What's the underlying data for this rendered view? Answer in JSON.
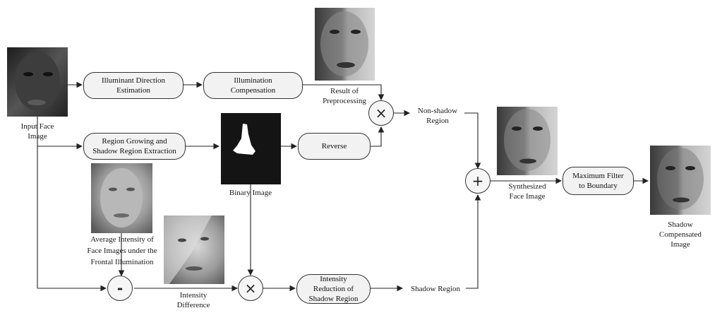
{
  "nodes": {
    "input_face": "Input Face\nImage",
    "illuminant_direction": "Illuminant Direction\nEstimation",
    "illumination_compensation": "Illumination\nCompensation",
    "result_preprocessing": "Result of\nPreprocessing",
    "non_shadow_region": "Non-shadow\nRegion",
    "region_growing": "Region Growing and\nShadow Region Extraction",
    "binary_image": "Binary Image",
    "reverse": "Reverse",
    "average_intensity": "Average Intensity of\nFace Images under the\nFrontal Illumination",
    "intensity_difference": "Intensity\nDifference",
    "intensity_reduction": "Intensity\nReduction of\nShadow Region",
    "shadow_region": "Shadow Region",
    "synthesized_face": "Synthesized\nFace Image",
    "maximum_filter": "Maximum Filter\nto Boundary",
    "shadow_compensated": "Shadow\nCompensated\nImage"
  },
  "operators": {
    "multiply_top": "×",
    "multiply_bottom": "×",
    "add": "+",
    "subtract": "-"
  }
}
